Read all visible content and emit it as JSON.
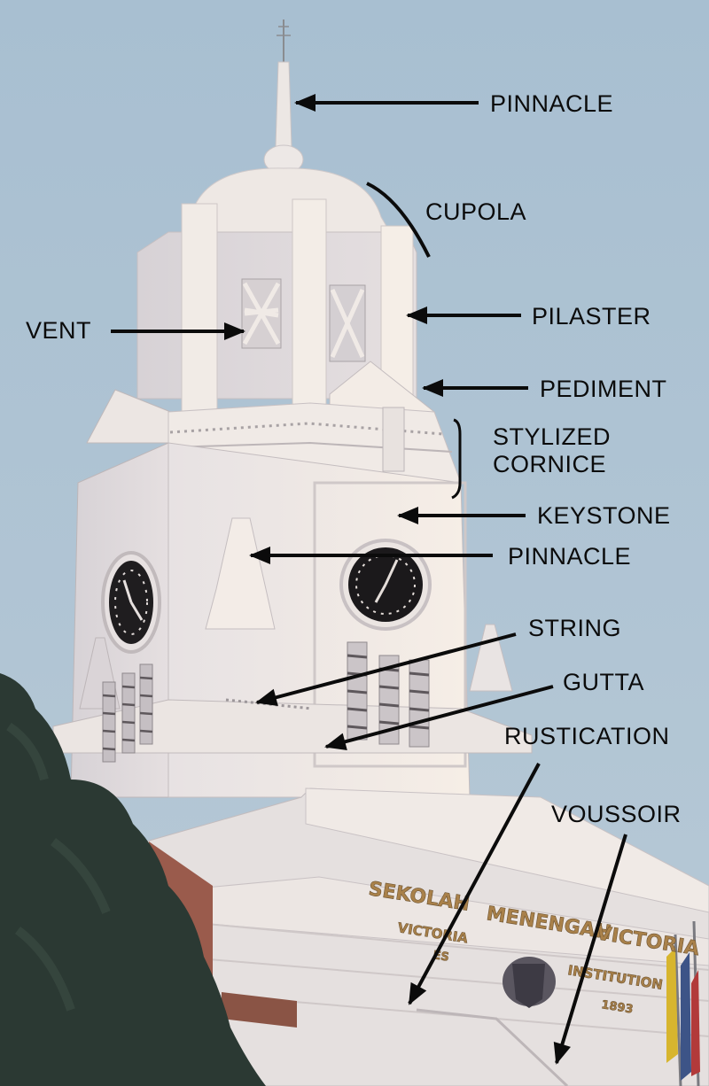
{
  "labels": {
    "pinnacle_top": "PINNACLE",
    "cupola": "CUPOLA",
    "vent": "VENT",
    "pilaster": "PILASTER",
    "pediment": "PEDIMENT",
    "stylized_cornice_line1": "STYLIZED",
    "stylized_cornice_line2": "CORNICE",
    "keystone": "KEYSTONE",
    "pinnacle_mid": "PINNACLE",
    "string": "STRING",
    "gutta": "GUTTA",
    "rustication": "RUSTICATION",
    "voussoir": "VOUSSOIR"
  },
  "signage": {
    "line1_left": "SEKOLAH",
    "line1_mid": "MENENGAH",
    "line1_right": "VICTORIA",
    "line2_left": "VICTORIA",
    "line2_right": "INSTITUTION",
    "line3_left": "ES",
    "line3_right": "1893"
  },
  "colors": {
    "sky": "#a9bfd0",
    "tower": "#f1ece6",
    "shadow": "#c9c3c4",
    "tree": "#2c3a33",
    "sign_text": "#a9814a",
    "annotation": "#0b0b0b"
  }
}
